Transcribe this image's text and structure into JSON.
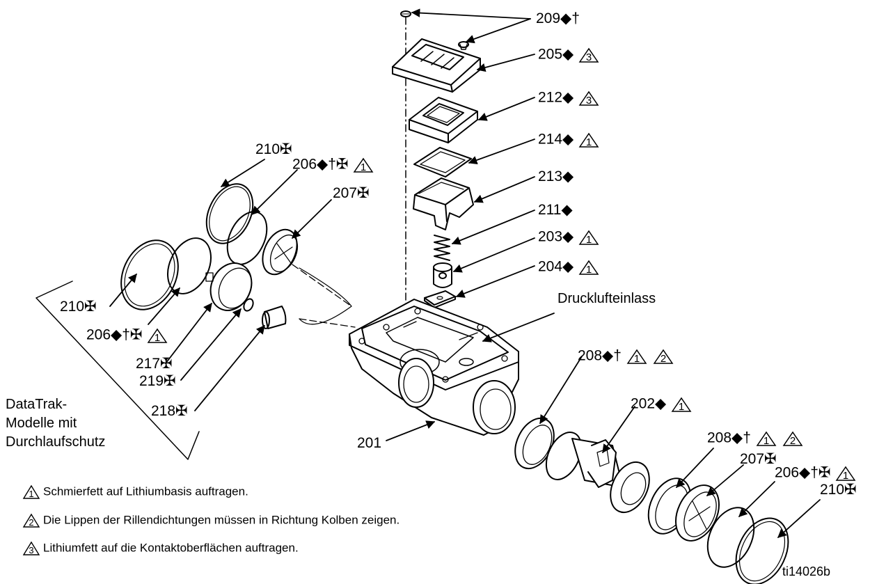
{
  "part_labels": {
    "p209": "209◆†",
    "p205": "205◆",
    "p212": "212◆",
    "p214": "214◆",
    "p213": "213◆",
    "p211": "211◆",
    "p203": "203◆",
    "p204": "204◆",
    "p210_top": "210✠",
    "p206_top": "206◆†✠",
    "p207_top": "207✠",
    "p210_left": "210✠",
    "p206_left": "206◆†✠",
    "p217": "217✠",
    "p219": "219✠",
    "p218": "218✠",
    "p201": "201",
    "p208_top": "208◆†",
    "p202": "202◆",
    "p208_bot": "208◆†",
    "p207_bot": "207✠",
    "p206_bot": "206◆†✠",
    "p210_bot": "210✠"
  },
  "callouts": {
    "air_inlet": "Drucklufteinlass",
    "datatrak_1": "DataTrak-",
    "datatrak_2": "Modelle mit",
    "datatrak_3": "Durchlaufschutz",
    "figure_id": "ti14026b"
  },
  "notes": [
    {
      "num": "1",
      "text": "Schmierfett auf Lithiumbasis auftragen."
    },
    {
      "num": "2",
      "text": "Die Lippen der Rillendichtungen müssen in Richtung Kolben zeigen."
    },
    {
      "num": "3",
      "text": "Lithiumfett auf die Kontaktoberflächen auftragen."
    }
  ],
  "markers": {
    "one": "1",
    "two": "2",
    "three": "3"
  }
}
